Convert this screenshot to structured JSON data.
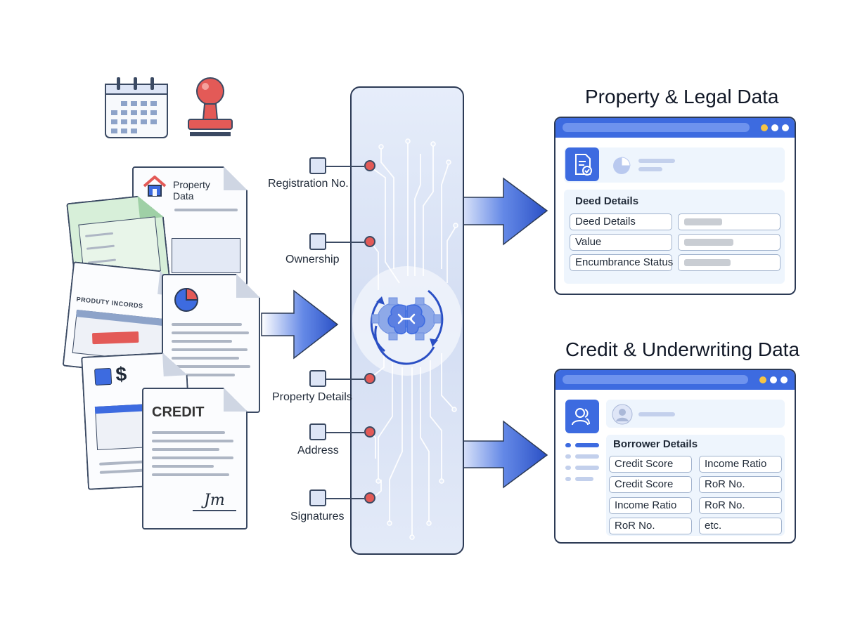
{
  "inputs": {
    "registration": "Registration No.",
    "ownership": "Ownership",
    "property_details": "Property Details",
    "address": "Address",
    "signatures": "Signatures"
  },
  "documents": {
    "property_data_line1": "Property",
    "property_data_line2": "Data",
    "property_records": "PRODUTY INCORDS",
    "credit": "CREDIT",
    "dollar": "$",
    "signature": "Jm"
  },
  "property_panel": {
    "title": "Property & Legal Data",
    "section": "Deed Details",
    "fields": [
      "Deed Details",
      "Value",
      "Encumbrance Status"
    ]
  },
  "credit_panel": {
    "title": "Credit & Underwriting Data",
    "section": "Borrower Details",
    "fields_left": [
      "Credit Score",
      "Credit Score",
      "Income Ratio",
      "RoR No."
    ],
    "fields_right": [
      "Income Ratio",
      "RoR No.",
      "RoR No.",
      "etc."
    ]
  },
  "icons": [
    "calendar-icon",
    "stamp-icon",
    "house-icon",
    "pie-chart-icon",
    "brain-gear-icon",
    "document-check-icon",
    "users-icon",
    "user-avatar-icon"
  ],
  "colors": {
    "accent": "#3d6be0",
    "dot_red": "#e35a57",
    "stamp_red": "#e05a50",
    "outline": "#2c3a55"
  }
}
